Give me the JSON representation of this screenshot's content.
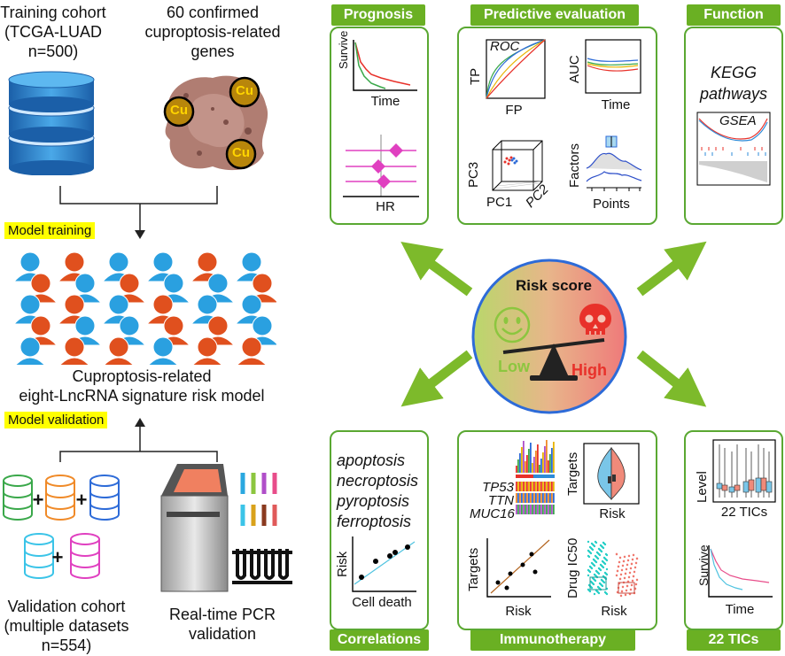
{
  "left": {
    "training_cohort": [
      "Training cohort",
      "(TCGA-LUAD",
      "n=500)"
    ],
    "genes": [
      "60 confirmed",
      "cuproptosis-related",
      "genes"
    ],
    "cu_label": "Cu",
    "model_training": "Model training",
    "signature": [
      "Cuproptosis-related",
      "eight-LncRNA signature risk model"
    ],
    "model_validation": "Model validation",
    "plus": "+",
    "validation_cohort": [
      "Validation cohort",
      "(multiple datasets",
      "n=554)"
    ],
    "pcr": [
      "Real-time PCR",
      "validation"
    ]
  },
  "headers": {
    "prognosis": "Prognosis",
    "predictive": "Predictive evaluation",
    "function": "Function",
    "correlations": "Correlations",
    "immunotherapy": "Immunotherapy",
    "tics": "22 TICs"
  },
  "prognosis": {
    "survive": "Survive",
    "time": "Time",
    "hr": "HR"
  },
  "predictive": {
    "roc": "ROC",
    "tp": "TP",
    "fp": "FP",
    "auc": "AUC",
    "time": "Time",
    "pc3": "PC3",
    "pc1": "PC1",
    "pc2": "PC2",
    "factors": "Factors",
    "points": "Points"
  },
  "function": {
    "kegg": [
      "KEGG",
      "pathways"
    ],
    "gsea": "GSEA"
  },
  "center": {
    "risk_score": "Risk score",
    "low": "Low",
    "high": "High",
    "colors": {
      "low": "#8cc63f",
      "high": "#e8312a"
    }
  },
  "correlations": {
    "terms": [
      "apoptosis",
      "necroptosis",
      "pyroptosis",
      "ferroptosis"
    ],
    "risk": "Risk",
    "cell_death": "Cell death"
  },
  "immunotherapy": {
    "genes": [
      "TP53",
      "TTN",
      "MUC16"
    ],
    "targets": "Targets",
    "risk": "Risk",
    "drug": "Drug IC50"
  },
  "tics": {
    "level": "Level",
    "tics": "22 TICs",
    "survive": "Survive",
    "time": "Time"
  }
}
